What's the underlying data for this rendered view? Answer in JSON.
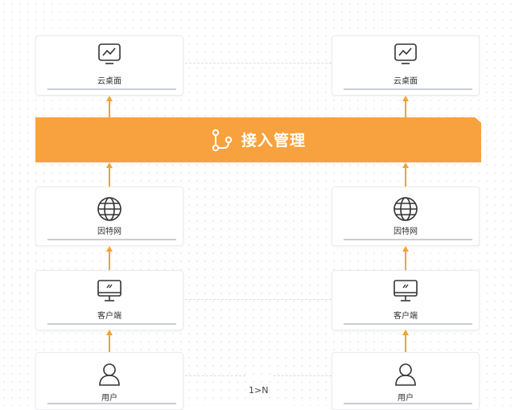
{
  "banner": {
    "title": "接入管理",
    "color": "#f7a23f",
    "icon": "route-icon"
  },
  "colors": {
    "arrow": "#f2a23c",
    "card_border": "#ececf1"
  },
  "left_column": {
    "desktop_label": "云桌面",
    "internet_label": "因特网",
    "client_label": "客户端",
    "user_label": "用户"
  },
  "right_column": {
    "desktop_label": "云桌面",
    "internet_label": "因特网",
    "client_label": "客户端",
    "user_label": "用户"
  },
  "relation_label": "1>N",
  "icons": {
    "desktop": "cloud-desktop-icon",
    "internet": "globe-icon",
    "client": "monitor-icon",
    "user": "user-icon"
  }
}
